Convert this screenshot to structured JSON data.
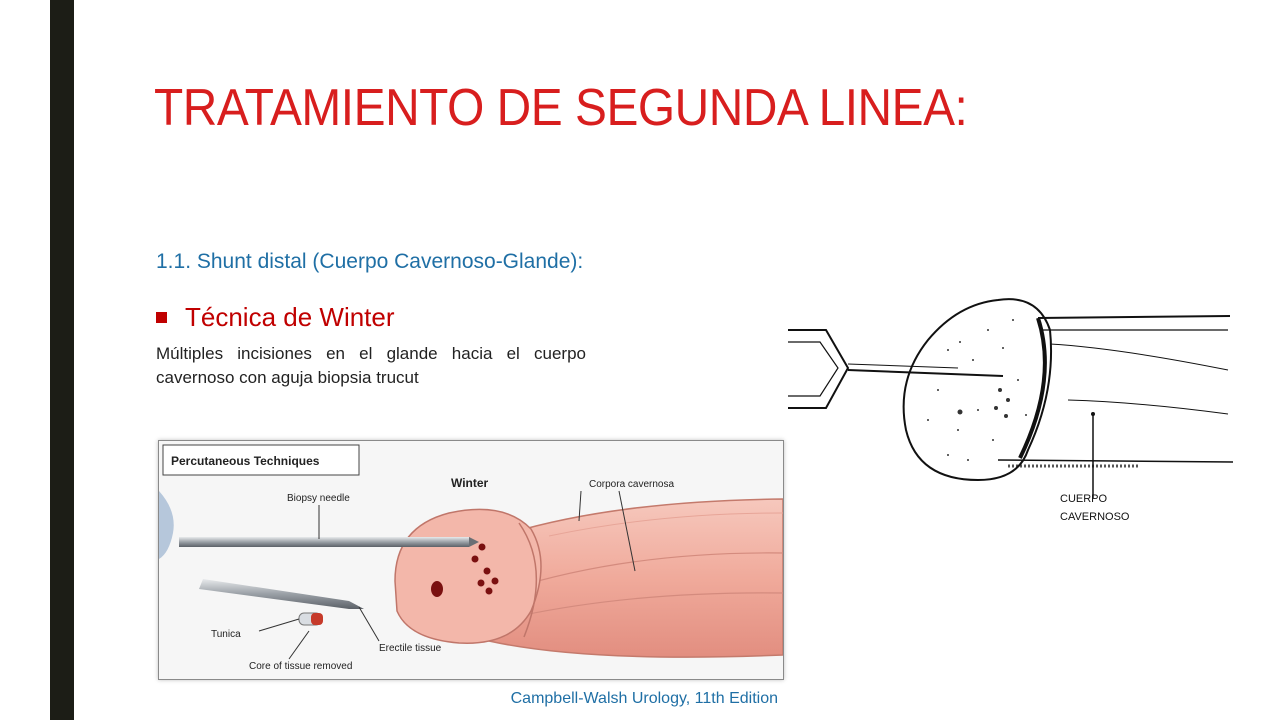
{
  "slide": {
    "title": "TRATAMIENTO DE SEGUNDA LINEA:",
    "subheading": "1.1.  Shunt distal (Cuerpo Cavernoso-Glande):",
    "bullet": "Técnica de Winter",
    "description": "Múltiples incisiones en el glande hacia el cuerpo cavernoso con aguja biopsia trucut",
    "caption": "Campbell-Walsh Urology, 11th Edition"
  },
  "figure_left": {
    "header": "Percutaneous Techniques",
    "heading": "Winter",
    "labels": {
      "biopsy_needle": "Biopsy needle",
      "corpora_cavernosa": "Corpora cavernosa",
      "tunica": "Tunica",
      "erectile_tissue": "Erectile tissue",
      "core_removed": "Core of tissue removed"
    }
  },
  "figure_right": {
    "label_line1": "CUERPO",
    "label_line2": "CAVERNOSO"
  },
  "colors": {
    "title": "#d81e1e",
    "subheading": "#1f6fa5",
    "bullet": "#c00000",
    "left_bar": "#1c1d16",
    "tissue": "#f2b1a6"
  }
}
